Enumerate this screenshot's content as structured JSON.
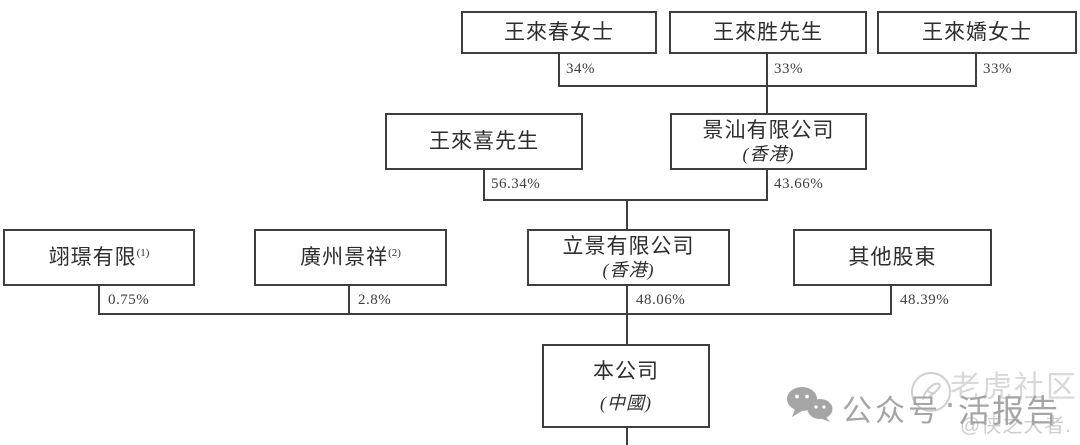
{
  "nodes": [
    {
      "label": "王來春女士"
    },
    {
      "label": "王來胜先生"
    },
    {
      "label": "王來嬌女士"
    },
    {
      "label": "王來喜先生"
    },
    {
      "label": "景汕有限公司",
      "sub": "(香港)"
    },
    {
      "label": "翊璟有限",
      "sup": "(1)"
    },
    {
      "label": "廣州景祥",
      "sup": "(2)"
    },
    {
      "label": "立景有限公司",
      "sub": "(香港)"
    },
    {
      "label": "其他股東"
    },
    {
      "label": "本公司",
      "sub": "(中國)"
    }
  ],
  "edges": [
    {
      "from": "王來春女士",
      "to": "景汕有限公司",
      "pct": "34%"
    },
    {
      "from": "王來胜先生",
      "to": "景汕有限公司",
      "pct": "33%"
    },
    {
      "from": "王來嬌女士",
      "to": "景汕有限公司",
      "pct": "33%"
    },
    {
      "from": "王來喜先生",
      "to": "立景有限公司",
      "pct": "56.34%"
    },
    {
      "from": "景汕有限公司",
      "to": "立景有限公司",
      "pct": "43.66%"
    },
    {
      "from": "翊璟有限",
      "to": "本公司",
      "pct": "0.75%"
    },
    {
      "from": "廣州景祥",
      "to": "本公司",
      "pct": "2.8%"
    },
    {
      "from": "立景有限公司",
      "to": "本公司",
      "pct": "48.06%"
    },
    {
      "from": "其他股東",
      "to": "本公司",
      "pct": "48.39%"
    }
  ],
  "watermark": {
    "wechat_icon": "wechat-logo",
    "avatar_icon": "tiger-community-avatar",
    "account_prefix": "公众号",
    "separator": "·",
    "account_name": "活报告",
    "community": "老虎社区",
    "author": "@侠之大者."
  },
  "colors": {
    "line": "#3e3e3e",
    "text": "#2d2d2d",
    "background": "#ffffff",
    "watermark_dark": "#a5a5a5",
    "watermark_light": "#d8d8d8"
  }
}
